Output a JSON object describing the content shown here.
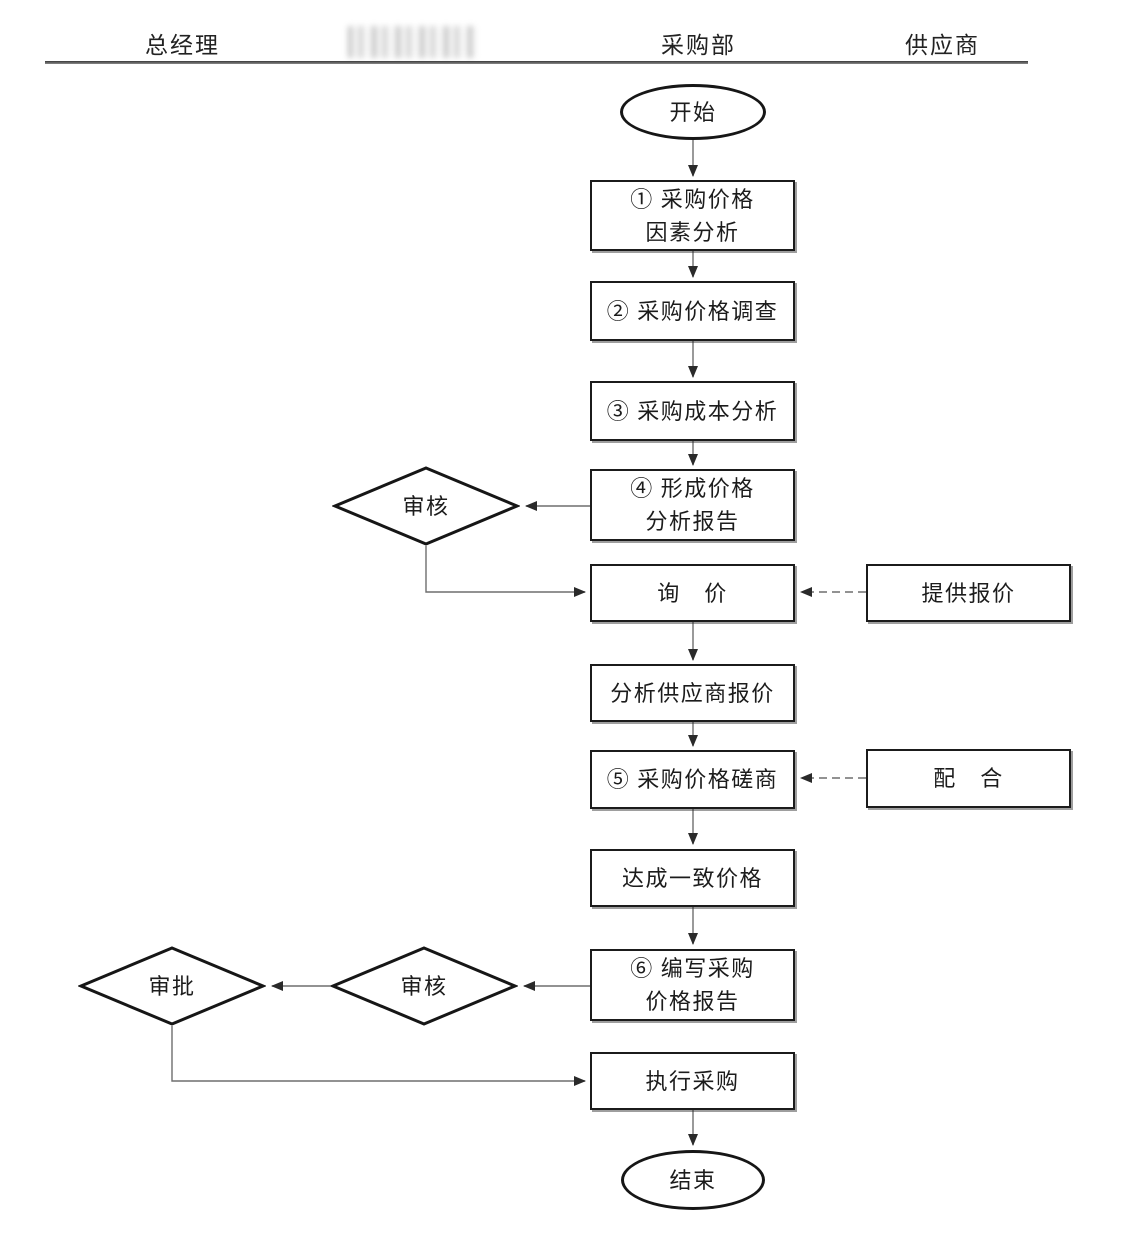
{
  "header": {
    "col_general_manager": "总经理",
    "col_purchasing_dept": "采购部",
    "col_supplier": "供应商"
  },
  "flowchart": {
    "start": "开始",
    "step1": "① 采购价格\n因素分析",
    "step2": "② 采购价格调查",
    "step3": "③ 采购成本分析",
    "step4": "④ 形成价格\n分析报告",
    "review1": "审核",
    "inquiry": "询　价",
    "provide_quote": "提供报价",
    "analyze_supplier_quote": "分析供应商报价",
    "step5": "⑤ 采购价格磋商",
    "cooperate": "配　合",
    "agree_price": "达成一致价格",
    "step6": "⑥ 编写采购\n价格报告",
    "review2": "审核",
    "approve": "审批",
    "execute": "执行采购",
    "end": "结束"
  },
  "colors": {
    "line": "#6e6e6e",
    "border": "#1b1b1b",
    "arrowhead": "#2a2a2a",
    "text": "#1c1c1c"
  }
}
